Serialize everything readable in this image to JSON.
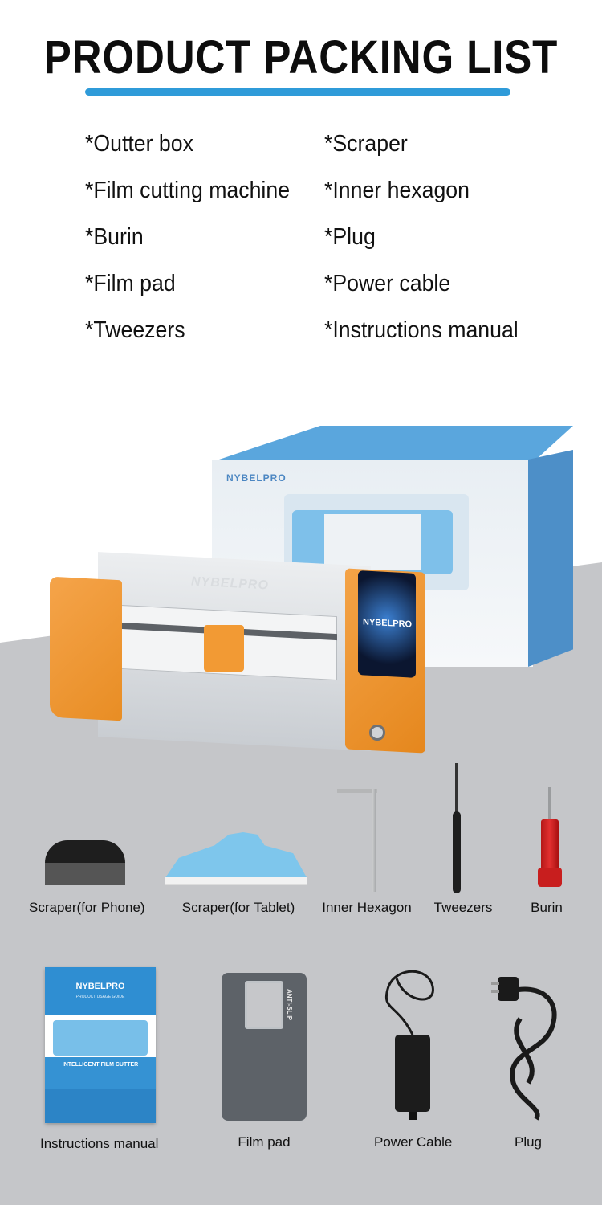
{
  "title": "PRODUCT PACKING LIST",
  "list_left": [
    "*Outter box",
    "*Film cutting machine",
    "*Burin",
    "*Film pad",
    "*Tweezers"
  ],
  "list_right": [
    "*Scraper",
    "*Inner hexagon",
    "*Plug",
    "*Power cable",
    "*Instructions manual"
  ],
  "box_brand": "NYBELPRO",
  "machine_brand": "NYBELPRO",
  "screen_brand": "NYBELPRO",
  "manual_brand": "NYBELPRO",
  "manual_subtitle": "PRODUCT USAGE GUIDE",
  "manual_product": "INTELLIGENT FILM CUTTER",
  "pad_text": "ANTI-SLIP",
  "captions_row1": [
    "Scraper(for Phone)",
    "Scraper(for Tablet)",
    "Inner Hexagon",
    "Tweezers",
    "Burin"
  ],
  "captions_row2": [
    "Instructions manual",
    "Film pad",
    "Power Cable",
    "Plug"
  ],
  "colors": {
    "accent": "#2f9bd9",
    "machine_orange": "#f29a34",
    "floor": "#c5c6c9"
  }
}
